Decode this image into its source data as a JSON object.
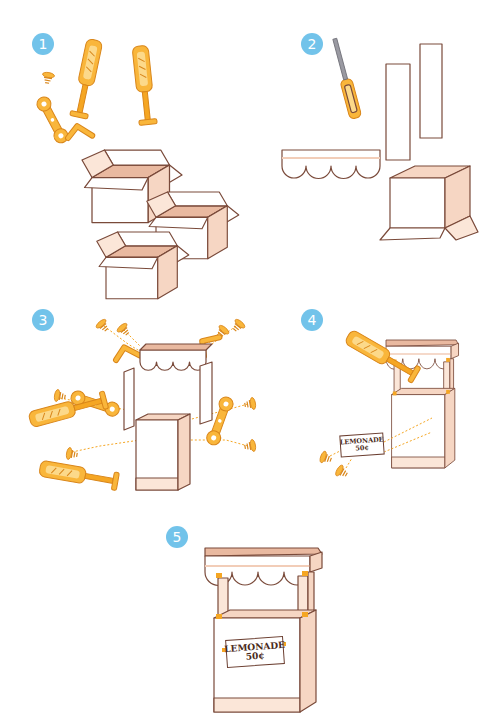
{
  "diagram": {
    "nodes": [
      {
        "text": [
          "1"
        ]
      },
      {
        "text": [
          "2"
        ]
      },
      {
        "text": [
          "3"
        ]
      },
      {
        "text": [
          "4"
        ]
      },
      {
        "text": [
          "LEMONADE 50¢"
        ]
      },
      {
        "text": [
          "5"
        ]
      },
      {
        "text": [
          "LEMONADE 50¢"
        ]
      }
    ]
  }
}
